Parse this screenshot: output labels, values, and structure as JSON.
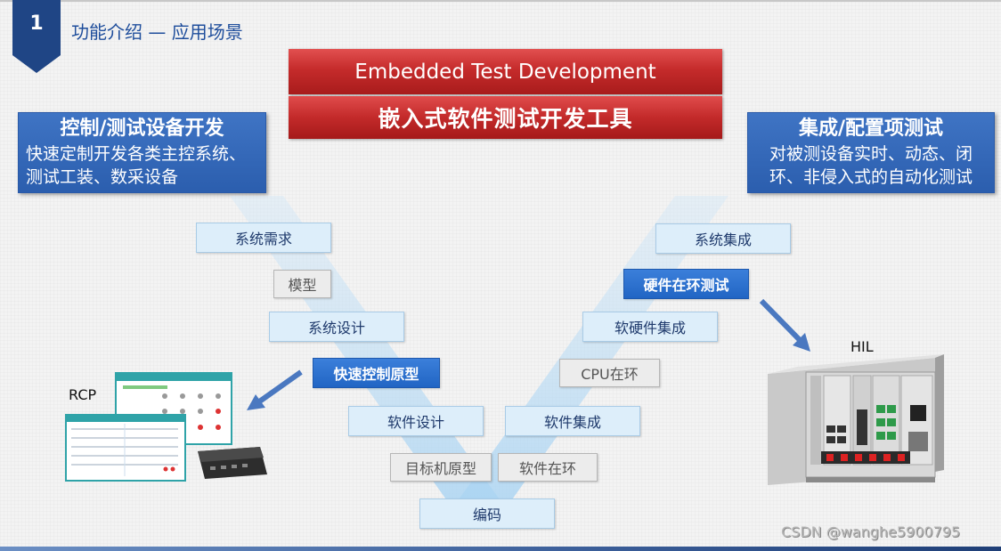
{
  "header": {
    "badge_number": "1",
    "section_title": "功能介绍 — 应用场景"
  },
  "title": {
    "en": "Embedded Test Development",
    "cn": "嵌入式软件测试开发工具"
  },
  "left_box": {
    "title": "控制/测试设备开发",
    "line1": "快速定制开发各类主控系统、",
    "line2": "测试工装、数采设备"
  },
  "right_box": {
    "title": "集成/配置项测试",
    "line1": "对被测设备实时、动态、闭",
    "line2": "环、非侵入式的自动化测试"
  },
  "v_model": {
    "left": [
      "系统需求",
      "模型",
      "系统设计",
      "快速控制原型",
      "软件设计",
      "目标机原型"
    ],
    "bottom": "编码",
    "right": [
      "软件在环",
      "软件集成",
      "CPU在环",
      "软硬件集成",
      "硬件在环测试",
      "系统集成"
    ]
  },
  "labels": {
    "rcp": "RCP",
    "hil": "HIL"
  },
  "watermark": "CSDN @wanghe5900795",
  "colors": {
    "accent_blue": "#2b5eae",
    "title_red": "#c32a2a",
    "highlight_blue": "#2165c4",
    "stage_light": "#ddeefa"
  }
}
